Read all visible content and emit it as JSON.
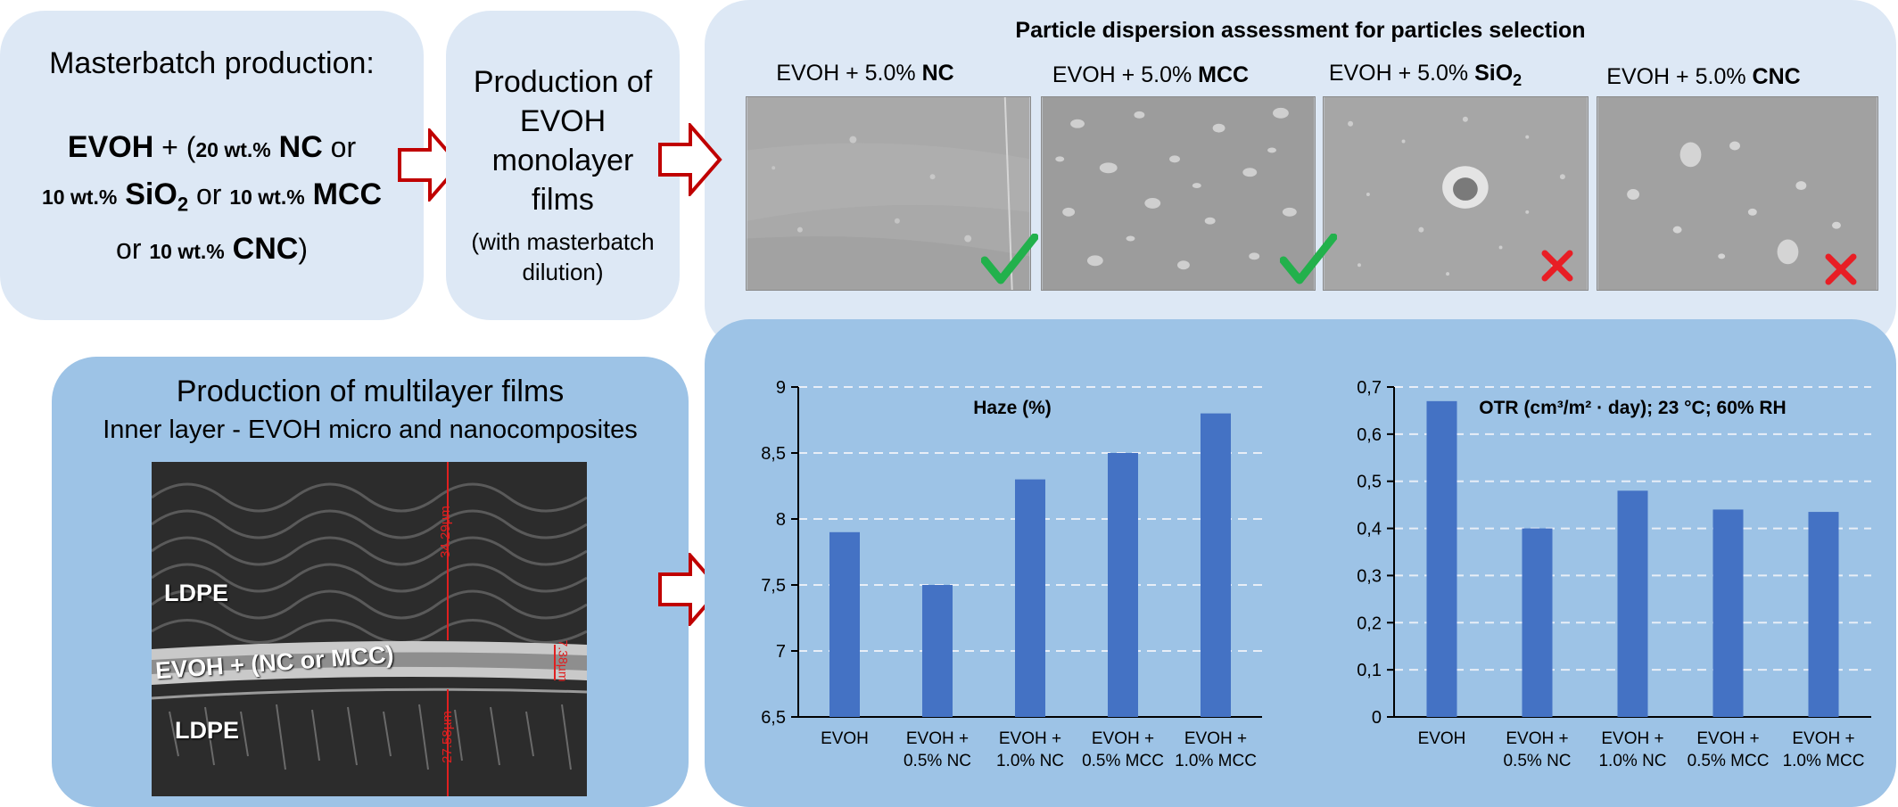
{
  "masterbatch": {
    "title": "Masterbatch production:",
    "evoh": "EVOH",
    "plus_open": " + (",
    "pct20": "20 wt.%",
    "nc": "NC",
    "or1": " or",
    "pct10a": "10 wt.%",
    "sio": "SiO",
    "sio_sub": "2",
    "or2": " or ",
    "pct10b": "10 wt.%",
    "mcc": "MCC",
    "or3": "or ",
    "pct10c": "10 wt.%",
    "cnc": "CNC",
    "close": ")"
  },
  "monolayer": {
    "line1": "Production of",
    "line2": "EVOH",
    "line3": "monolayer",
    "line4": "films",
    "note1": "(with masterbatch",
    "note2": "dilution)"
  },
  "dispersion": {
    "title": "Particle dispersion assessment for particles selection",
    "samples": [
      {
        "prefix": "EVOH + 5.0% ",
        "name": "NC",
        "sub": "",
        "result": "check"
      },
      {
        "prefix": "EVOH + 5.0% ",
        "name": "MCC",
        "sub": "",
        "result": "check"
      },
      {
        "prefix": "EVOH + 5.0% ",
        "name": "SiO",
        "sub": "2",
        "result": "cross"
      },
      {
        "prefix": "EVOH + 5.0% ",
        "name": "CNC",
        "sub": "",
        "result": "cross"
      }
    ]
  },
  "multilayer": {
    "title": "Production of multilayer films",
    "subtitle": "Inner layer - EVOH micro and nanocomposites",
    "layers": [
      "LDPE",
      "EVOH + (NC or MCC)",
      "LDPE"
    ],
    "measures": [
      "34.29µm",
      "7.38µm",
      "27.58µm"
    ]
  },
  "colors": {
    "bar": "#4472c4",
    "arrow": "#c00000",
    "check": "#22b14c",
    "cross": "#e81e25",
    "box_light": "#dde8f5",
    "box_mid": "#9dc3e6"
  },
  "chart_data": [
    {
      "type": "bar",
      "title": "Haze (%)",
      "categories": [
        [
          "EVOH"
        ],
        [
          "EVOH +",
          "0.5% NC"
        ],
        [
          "EVOH +",
          "1.0% NC"
        ],
        [
          "EVOH +",
          "0.5% MCC"
        ],
        [
          "EVOH +",
          "1.0% MCC"
        ]
      ],
      "values": [
        7.9,
        7.5,
        8.3,
        8.5,
        8.8
      ],
      "ylim": [
        6.5,
        9
      ],
      "yticks": [
        "6,5",
        "7",
        "7,5",
        "8",
        "8,5",
        "9"
      ],
      "grid": true
    },
    {
      "type": "bar",
      "title": "OTR (cm³/m² · day); 23 °C; 60% RH",
      "categories": [
        [
          "EVOH"
        ],
        [
          "EVOH +",
          "0.5% NC"
        ],
        [
          "EVOH +",
          "1.0% NC"
        ],
        [
          "EVOH +",
          "0.5% MCC"
        ],
        [
          "EVOH +",
          "1.0% MCC"
        ]
      ],
      "values": [
        0.67,
        0.4,
        0.48,
        0.44,
        0.435
      ],
      "ylim": [
        0,
        0.7
      ],
      "yticks": [
        "0",
        "0,1",
        "0,2",
        "0,3",
        "0,4",
        "0,5",
        "0,6",
        "0,7"
      ],
      "grid": true
    }
  ]
}
